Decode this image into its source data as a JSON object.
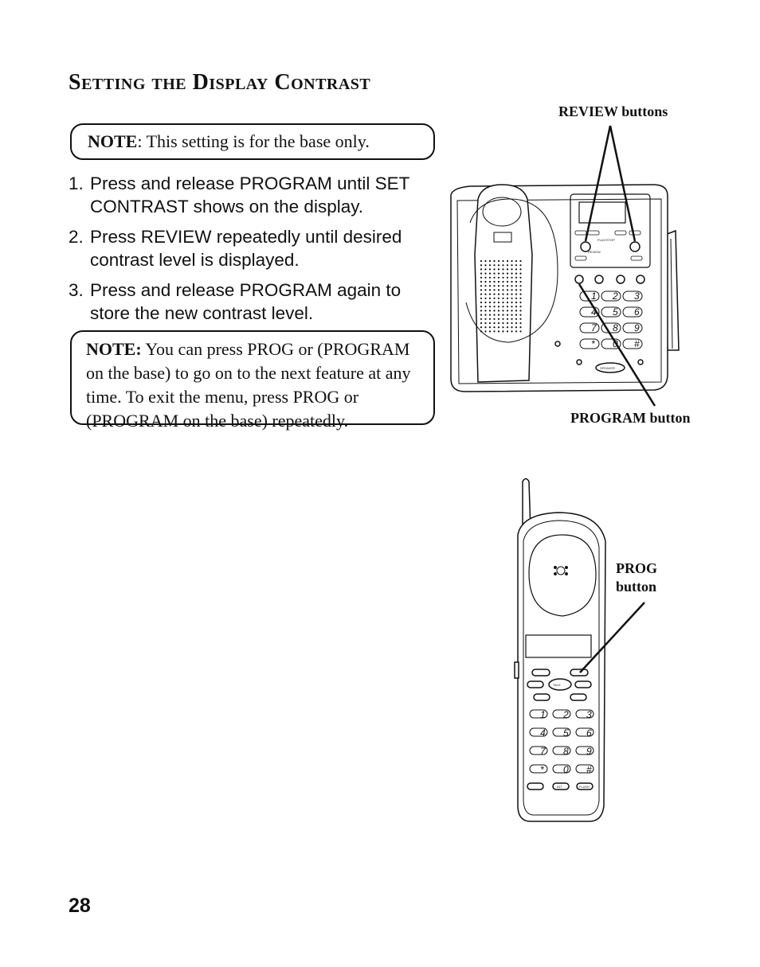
{
  "section": {
    "title": "Setting the Display Contrast"
  },
  "note_top": {
    "label": "NOTE",
    "text": ": This setting is for the base only."
  },
  "steps": [
    {
      "num": "1.",
      "text": "Press and release PROGRAM until SET CONTRAST shows on the display."
    },
    {
      "num": "2.",
      "text": "Press REVIEW repeatedly until desired contrast level is displayed."
    },
    {
      "num": "3.",
      "text": "Press and release PROGRAM again to store the new contrast level."
    }
  ],
  "note_bottom": {
    "label": "NOTE:",
    "text": " You can press PROG or (PROGRAM on the base) to go on to the next feature at any time. To exit the menu, press PROG or (PROGRAM on the base) repeatedly."
  },
  "callouts": {
    "review_buttons": "REVIEW buttons",
    "program_button": "PROGRAM button",
    "prog_button_line1": "PROG",
    "prog_button_line2": "button"
  },
  "base_unit": {
    "review_label": "REVIEW",
    "play_stop_label": "PLAY/STOP",
    "speaker_label": "SPEAKER",
    "keys": [
      "1",
      "2",
      "3",
      "4",
      "5",
      "6",
      "7",
      "8",
      "9",
      "*",
      "0",
      "#"
    ]
  },
  "handset": {
    "talk_label": "TALK",
    "keys": [
      "1",
      "2",
      "3",
      "4",
      "5",
      "6",
      "7",
      "8",
      "9",
      "*",
      "0",
      "#"
    ],
    "int_label": "INT",
    "flash_label": "FLASH"
  },
  "page_number": "28"
}
